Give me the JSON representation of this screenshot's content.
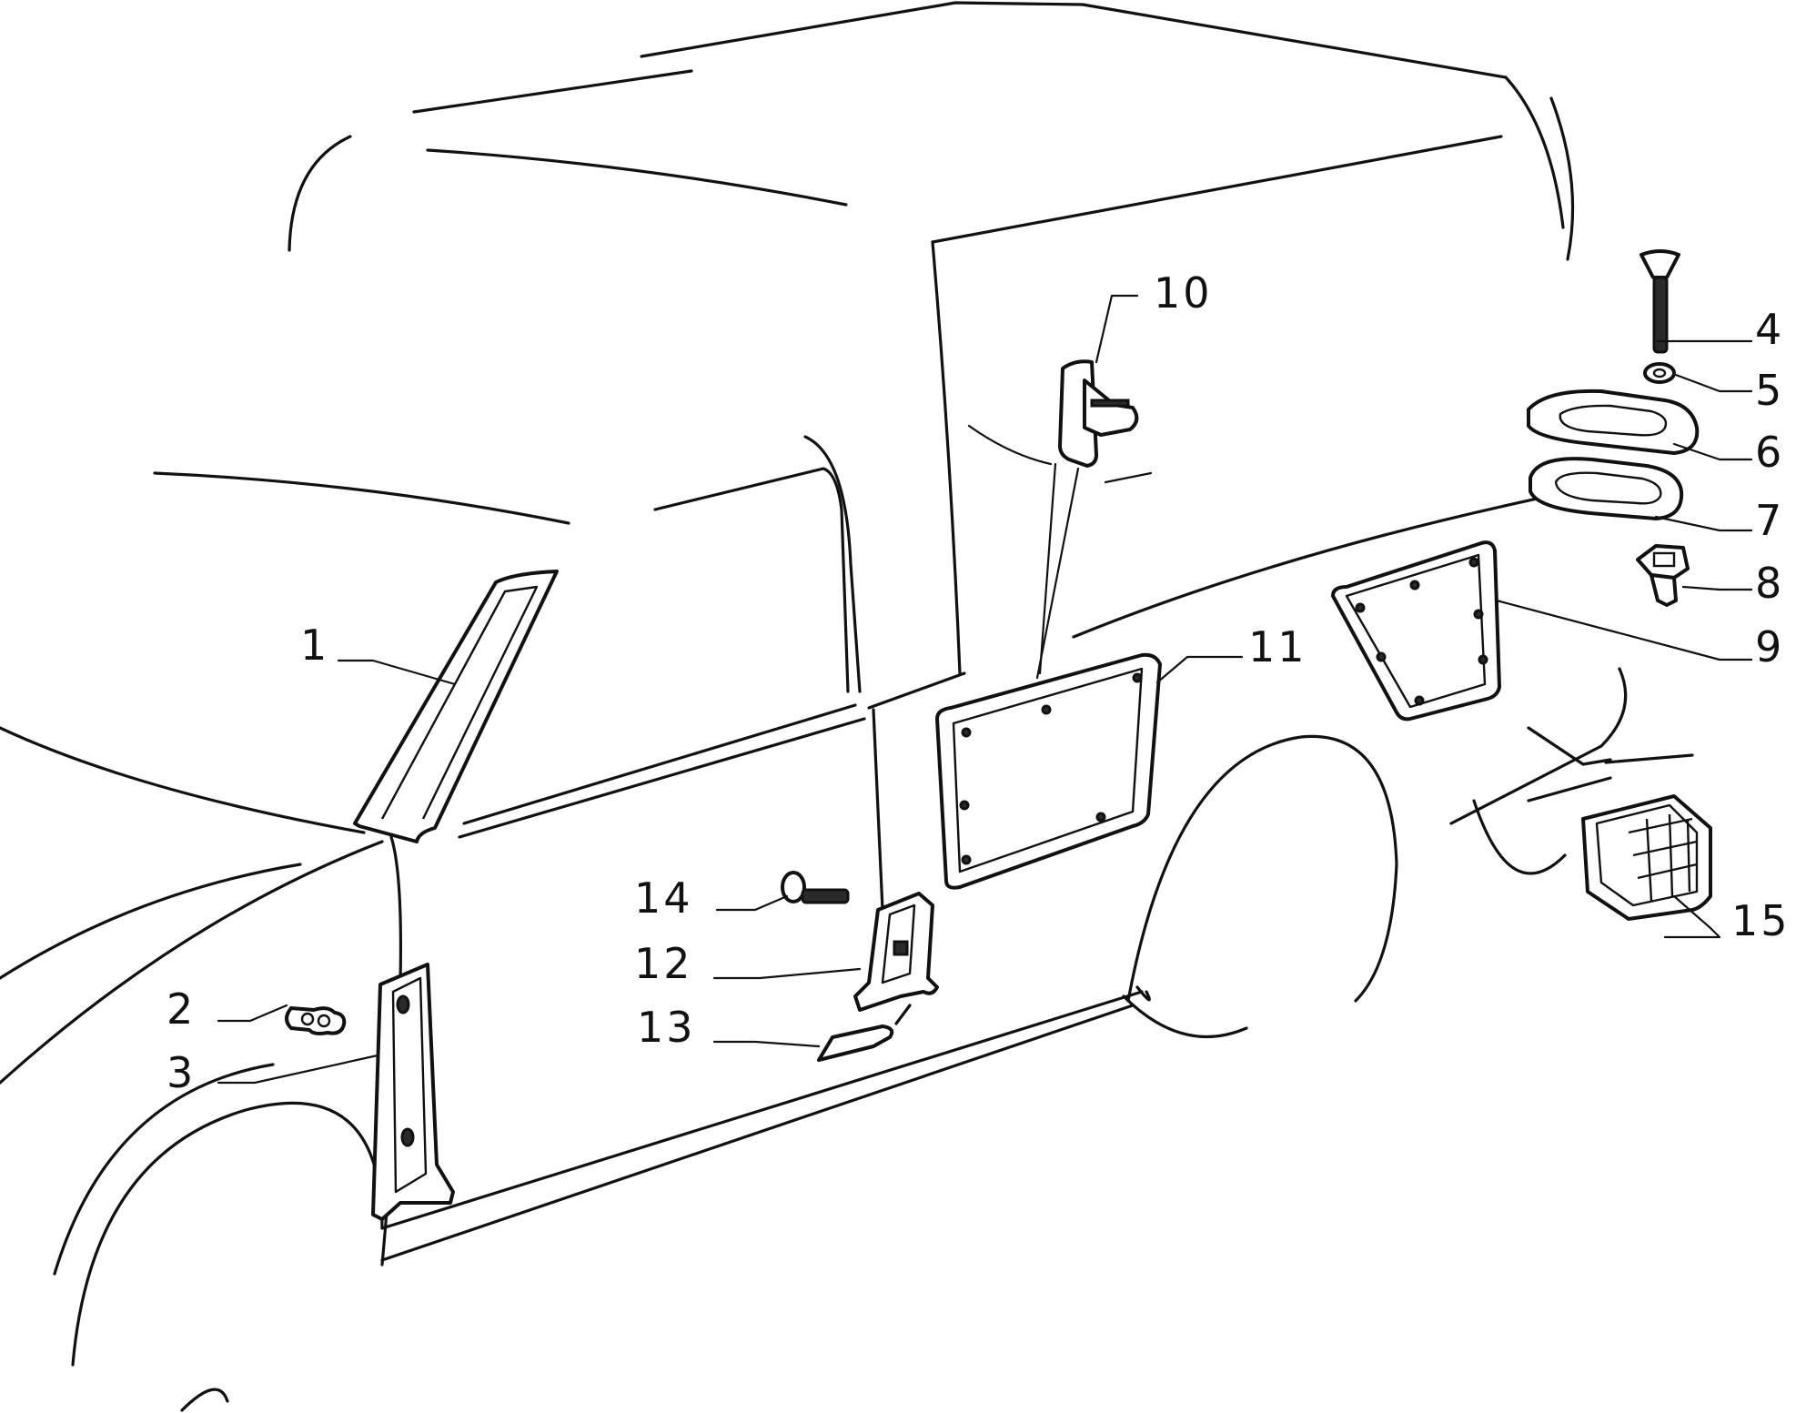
{
  "diagram": {
    "callouts": [
      {
        "id": "1",
        "text": "1"
      },
      {
        "id": "2",
        "text": "2"
      },
      {
        "id": "3",
        "text": "3"
      },
      {
        "id": "4",
        "text": "4"
      },
      {
        "id": "5",
        "text": "5"
      },
      {
        "id": "6",
        "text": "6"
      },
      {
        "id": "7",
        "text": "7"
      },
      {
        "id": "8",
        "text": "8"
      },
      {
        "id": "9",
        "text": "9"
      },
      {
        "id": "10",
        "text": "10"
      },
      {
        "id": "11",
        "text": "11"
      },
      {
        "id": "12",
        "text": "12"
      },
      {
        "id": "13",
        "text": "13"
      },
      {
        "id": "14",
        "text": "14"
      },
      {
        "id": "15",
        "text": "15"
      }
    ],
    "colors": {
      "line": "#111111",
      "background": "#ffffff"
    }
  }
}
